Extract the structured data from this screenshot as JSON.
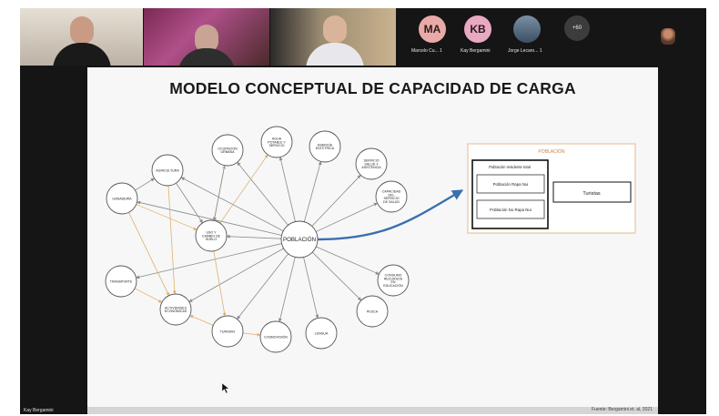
{
  "participants": [
    {
      "initials": "MA",
      "name": "Marcelo Cu...   1"
    },
    {
      "initials": "KB",
      "name": "Kay Bergamini"
    },
    {
      "initials": "",
      "name": "Jorge Lecaro...   1"
    }
  ],
  "more_label": "+60",
  "presenter_tag": "Kay Bergamini",
  "colors": {
    "arrow_gray": "#8a8a8a",
    "arrow_orange": "#e0b070",
    "arrow_blue": "#3a6fb0",
    "panel_border": "#e8b98a"
  },
  "slide": {
    "title": "MODELO CONCEPTUAL DE CAPACIDAD DE CARGA",
    "source": "Fuente: Bergamini et. al, 2021",
    "center_label": "POBLACIÓN",
    "nodes": [
      "OCUPACIÓN URBANA",
      "AGUA POTABLE Y SERVICIO",
      "ENERGÍA ELÉCTRICA",
      "SERVICIO SALUD Y ASISTENCIA",
      "CAPACIDAD DEL SERVICIO DE SALUD",
      "CONSUMO RECURSOS EN EDUCACIÓN",
      "PESCA",
      "LENGUA",
      "COSMOVISIÓN",
      "TURISMO",
      "ACTIVIDADES ECONÓMICAS",
      "TRANSPORTE",
      "GANADERÍA",
      "AGRICULTURA",
      "USO Y CAMBIO DE SUELO"
    ],
    "panel": {
      "title": "POBLACIÓN",
      "group_label": "Población residente total",
      "items": [
        "Población Rapa Nui",
        "Población No Rapa Nui"
      ],
      "tourists": "Turistas"
    }
  }
}
